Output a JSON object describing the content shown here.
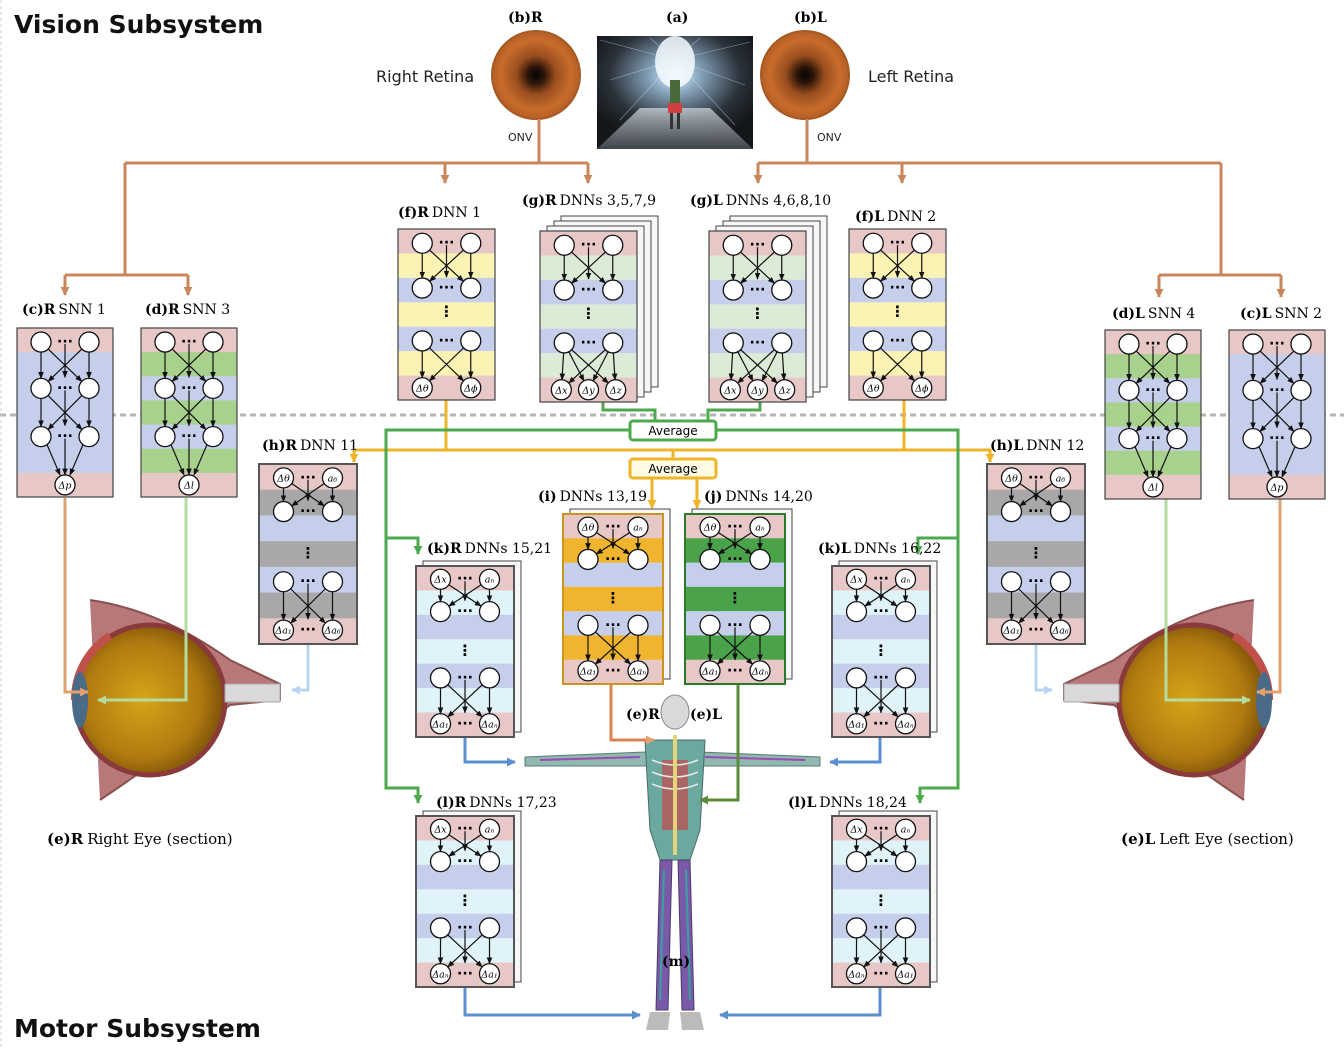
{
  "section_titles": {
    "vision": "Vision  Subsystem",
    "motor": "Motor Subsystem"
  },
  "top": {
    "scene_label": "(a)",
    "right_retina_tag": "(b)R",
    "left_retina_tag": "(b)L",
    "right_retina_name": "Right Retina",
    "left_retina_name": "Left Retina",
    "onv": "ONV"
  },
  "averages": {
    "green": "Average",
    "yellow": "Average"
  },
  "eyes": {
    "right": {
      "tag": "(e)R",
      "text": "Right Eye (section)"
    },
    "left": {
      "tag": "(e)L",
      "text": "Left Eye (section)"
    }
  },
  "body": {
    "tag_r": "(e)R",
    "tag_l": "(e)L",
    "tag_m": "(m)"
  },
  "glyphs": {
    "dots": "···",
    "vdots": "⋮"
  },
  "networks": [
    {
      "id": "fR",
      "tag": "(f)R",
      "title": "DNN 1",
      "outputs": [
        "Δθ",
        "Δϕ"
      ]
    },
    {
      "id": "gR",
      "tag": "(g)R",
      "title": "DNNs 3,5,7,9",
      "outputs": [
        "Δx",
        "Δy",
        "Δz"
      ]
    },
    {
      "id": "gL",
      "tag": "(g)L",
      "title": "DNNs 4,6,8,10",
      "outputs": [
        "Δx",
        "Δy",
        "Δz"
      ]
    },
    {
      "id": "fL",
      "tag": "(f)L",
      "title": "DNN 2",
      "outputs": [
        "Δθ",
        "Δϕ"
      ]
    },
    {
      "id": "cR",
      "tag": "(c)R",
      "title": "SNN 1",
      "outputs": [
        "Δp"
      ]
    },
    {
      "id": "dR",
      "tag": "(d)R",
      "title": "SNN 3",
      "outputs": [
        "Δl"
      ]
    },
    {
      "id": "dL",
      "tag": "(d)L",
      "title": "SNN 4",
      "outputs": [
        "Δl"
      ]
    },
    {
      "id": "cL",
      "tag": "(c)L",
      "title": "SNN 2",
      "outputs": [
        "Δp"
      ]
    },
    {
      "id": "hR",
      "tag": "(h)R",
      "title": "DNN 11",
      "inputs": [
        "Δθ",
        "a₆"
      ],
      "outputs": [
        "Δa₁",
        "Δa₆"
      ]
    },
    {
      "id": "hL",
      "tag": "(h)L",
      "title": "DNN 12",
      "inputs": [
        "Δθ",
        "a₆"
      ],
      "outputs": [
        "Δa₁",
        "Δa₆"
      ]
    },
    {
      "id": "i",
      "tag": "(i)",
      "title": "DNNs 13,19",
      "inputs": [
        "Δθ",
        "aₙ"
      ],
      "outputs": [
        "Δa₁",
        "Δaₙ"
      ]
    },
    {
      "id": "j",
      "tag": "(j)",
      "title": "DNNs 14,20",
      "inputs": [
        "Δθ",
        "aₙ"
      ],
      "outputs": [
        "Δa₁",
        "Δaₙ"
      ]
    },
    {
      "id": "kR",
      "tag": "(k)R",
      "title": "DNNs 15,21",
      "inputs": [
        "Δx",
        "aₙ"
      ],
      "outputs": [
        "Δa₁",
        "Δaₙ"
      ]
    },
    {
      "id": "kL",
      "tag": "(k)L",
      "title": "DNNs 16,22",
      "inputs": [
        "Δx",
        "aₙ"
      ],
      "outputs": [
        "Δa₁",
        "Δaₙ"
      ]
    },
    {
      "id": "lR",
      "tag": "(l)R",
      "title": "DNNs 17,23",
      "inputs": [
        "Δx",
        "aₙ"
      ],
      "outputs": [
        "Δaₙ",
        "Δa₁"
      ]
    },
    {
      "id": "lL",
      "tag": "(l)L",
      "title": "DNNs 18,24",
      "inputs": [
        "Δx",
        "aₙ"
      ],
      "outputs": [
        "Δaₙ",
        "Δa₁"
      ]
    }
  ],
  "colors": {
    "copper": "#c8865a",
    "orange": "#d9844e",
    "yellow": "#f0b429",
    "green": "#4caa4c",
    "blue": "#5b8fd0",
    "lightgreen": "#b3dca0",
    "lightblue": "#b8d4f0",
    "darkgreen": "#5b8a3a",
    "band_pink": "#e8c7c7",
    "band_blue": "#c5cfec",
    "band_yellow": "#fbf3b4",
    "band_green": "#a9d18e",
    "band_gray": "#a8a8a8",
    "band_lightgreen": "#dcebd6",
    "band_cyan": "#dff3f9",
    "band_orange": "#f0b42f",
    "band_darkgreen": "#4aa24a"
  }
}
